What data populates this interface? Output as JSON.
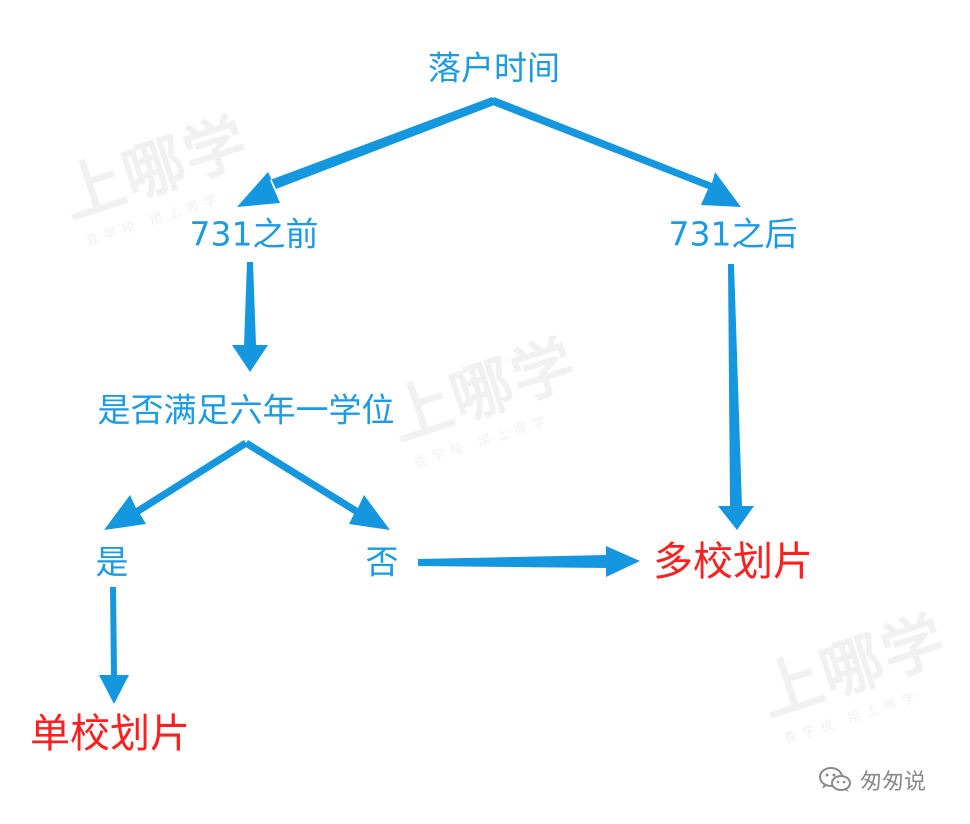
{
  "colors": {
    "node_text": "#1b9be4",
    "result_text": "#ff1f1f",
    "arrow": "#1597e0",
    "watermark": "#f1f1f1",
    "brand": "#8a8a8a"
  },
  "watermark": {
    "title": "上哪学",
    "subtitle": "查学校 用上哪学"
  },
  "nodes": {
    "root": "落户时间",
    "before": "731之前",
    "after": "731之后",
    "question": "是否满足六年一学位",
    "yes": "是",
    "no": "否",
    "single": "单校划片",
    "multi": "多校划片"
  },
  "brand": {
    "icon": "wechat-icon",
    "label": "匆匆说"
  }
}
